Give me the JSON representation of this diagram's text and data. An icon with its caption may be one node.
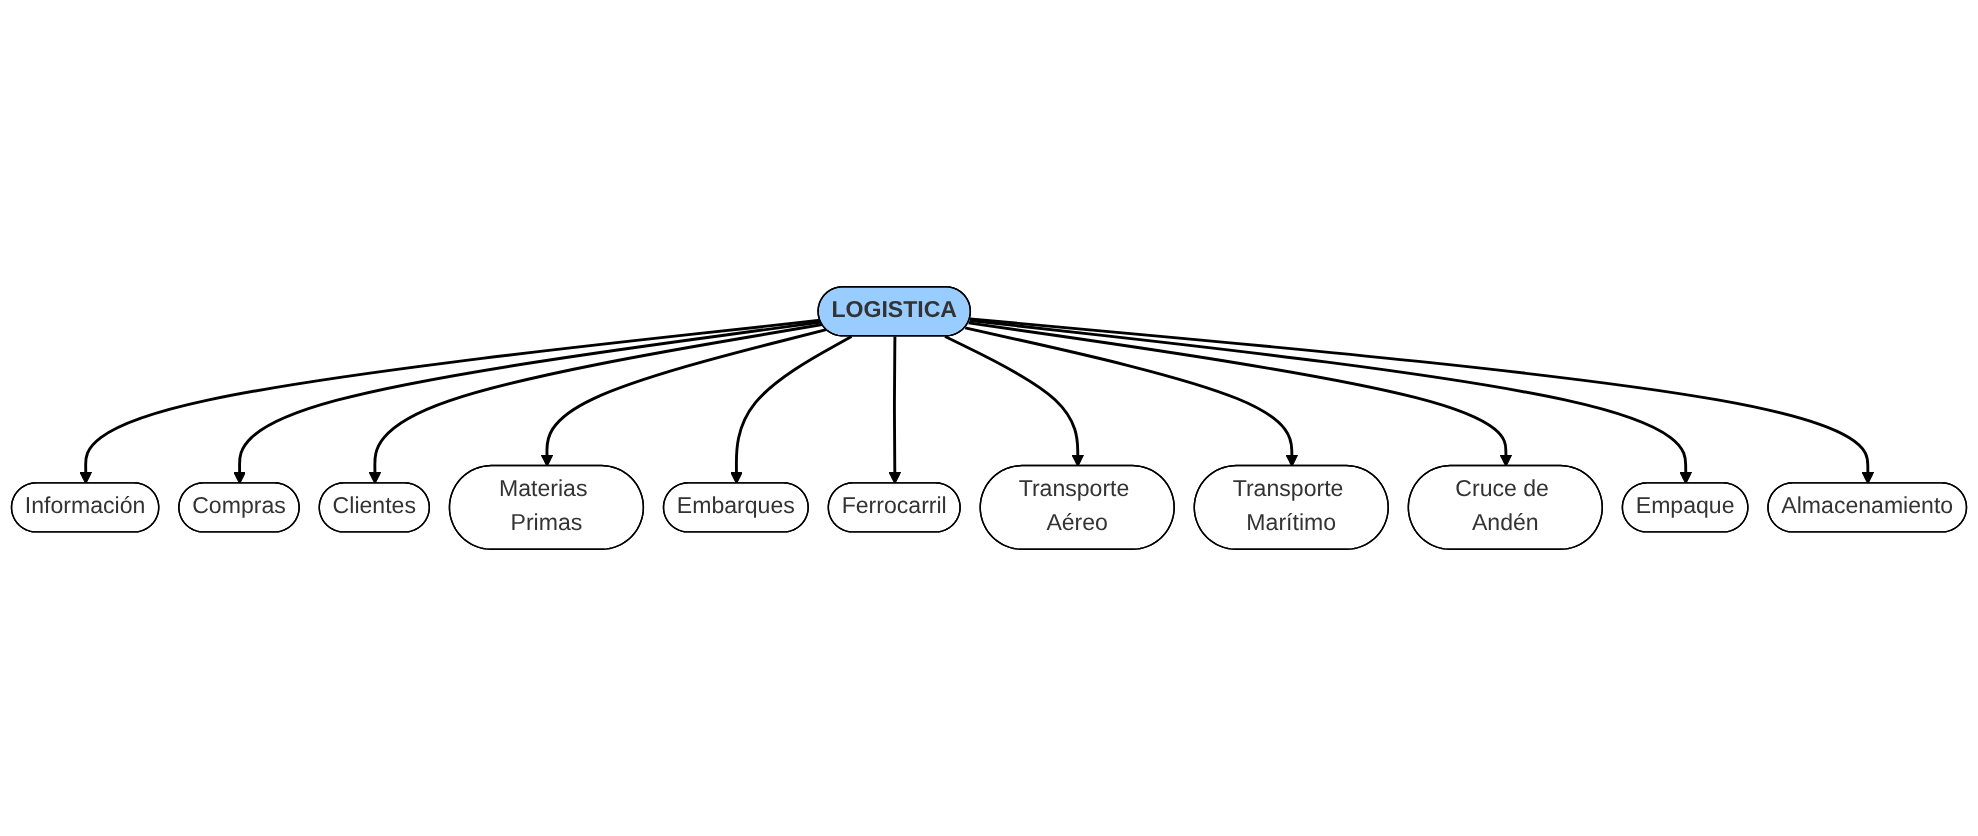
{
  "diagram": {
    "nodes": [
      {
        "text": [
          "LOGISTICA"
        ]
      },
      {
        "text": [
          "Información"
        ]
      },
      {
        "text": [
          "Compras"
        ]
      },
      {
        "text": [
          "Clientes"
        ]
      },
      {
        "text": [
          "Materias Primas"
        ]
      },
      {
        "text": [
          "Embarques"
        ]
      },
      {
        "text": [
          "Ferrocarril"
        ]
      },
      {
        "text": [
          "Transporte Aéreo"
        ]
      },
      {
        "text": [
          "Transporte Marítimo"
        ]
      },
      {
        "text": [
          "Cruce de Andén"
        ]
      },
      {
        "text": [
          "Empaque"
        ]
      },
      {
        "text": [
          "Almacenamiento"
        ]
      }
    ],
    "edges": [
      {
        "from": 0,
        "to": 1,
        "arrow": "to"
      },
      {
        "from": 0,
        "to": 2,
        "arrow": "to"
      },
      {
        "from": 0,
        "to": 3,
        "arrow": "to"
      },
      {
        "from": 0,
        "to": 4,
        "arrow": "to"
      },
      {
        "from": 0,
        "to": 5,
        "arrow": "to"
      },
      {
        "from": 0,
        "to": 6,
        "arrow": "to"
      },
      {
        "from": 0,
        "to": 7,
        "arrow": "to"
      },
      {
        "from": 0,
        "to": 8,
        "arrow": "to"
      },
      {
        "from": 0,
        "to": 9,
        "arrow": "to"
      },
      {
        "from": 0,
        "to": 10,
        "arrow": "to"
      },
      {
        "from": 0,
        "to": 11,
        "arrow": "to"
      }
    ]
  }
}
